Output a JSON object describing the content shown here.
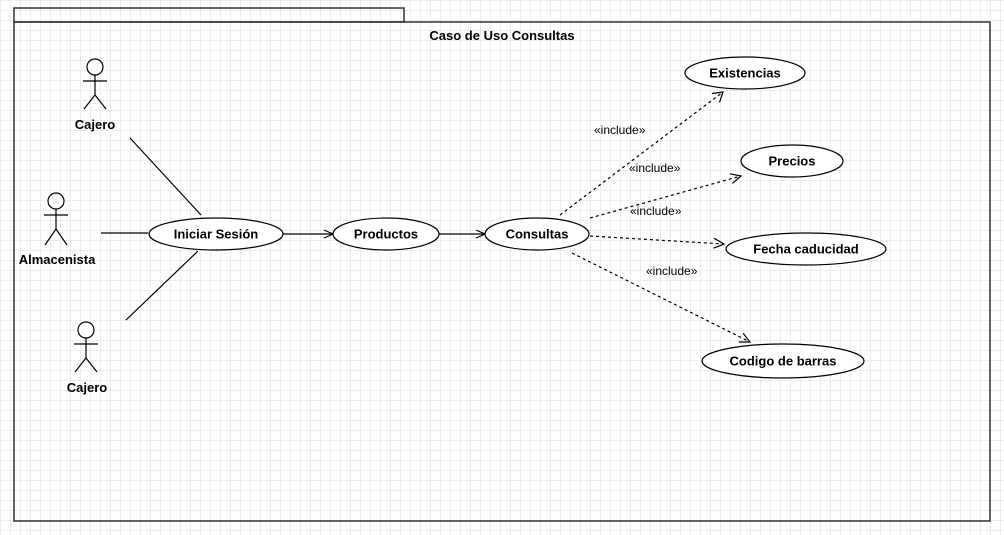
{
  "package": {
    "title": "Caso de Uso Consultas"
  },
  "actors": [
    {
      "id": "cajero_top",
      "label": "Cajero"
    },
    {
      "id": "almacenista",
      "label": "Almacenista"
    },
    {
      "id": "cajero_bottom",
      "label": "Cajero"
    }
  ],
  "use_cases": [
    {
      "id": "iniciar_sesion",
      "label": "Iniciar Sesión"
    },
    {
      "id": "productos",
      "label": "Productos"
    },
    {
      "id": "consultas",
      "label": "Consultas"
    },
    {
      "id": "existencias",
      "label": "Existencias"
    },
    {
      "id": "precios",
      "label": "Precios"
    },
    {
      "id": "fecha_caducidad",
      "label": "Fecha caducidad"
    },
    {
      "id": "codigo_barras",
      "label": "Codigo de barras"
    }
  ],
  "relationships": [
    {
      "from": "cajero_top",
      "to": "iniciar_sesion",
      "type": "association"
    },
    {
      "from": "almacenista",
      "to": "iniciar_sesion",
      "type": "association"
    },
    {
      "from": "cajero_bottom",
      "to": "iniciar_sesion",
      "type": "association"
    },
    {
      "from": "iniciar_sesion",
      "to": "productos",
      "type": "directed"
    },
    {
      "from": "productos",
      "to": "consultas",
      "type": "directed"
    },
    {
      "from": "consultas",
      "to": "existencias",
      "type": "include",
      "label": "«include»"
    },
    {
      "from": "consultas",
      "to": "precios",
      "type": "include",
      "label": "«include»"
    },
    {
      "from": "consultas",
      "to": "fecha_caducidad",
      "type": "include",
      "label": "«include»"
    },
    {
      "from": "consultas",
      "to": "codigo_barras",
      "type": "include",
      "label": "«include»"
    }
  ]
}
